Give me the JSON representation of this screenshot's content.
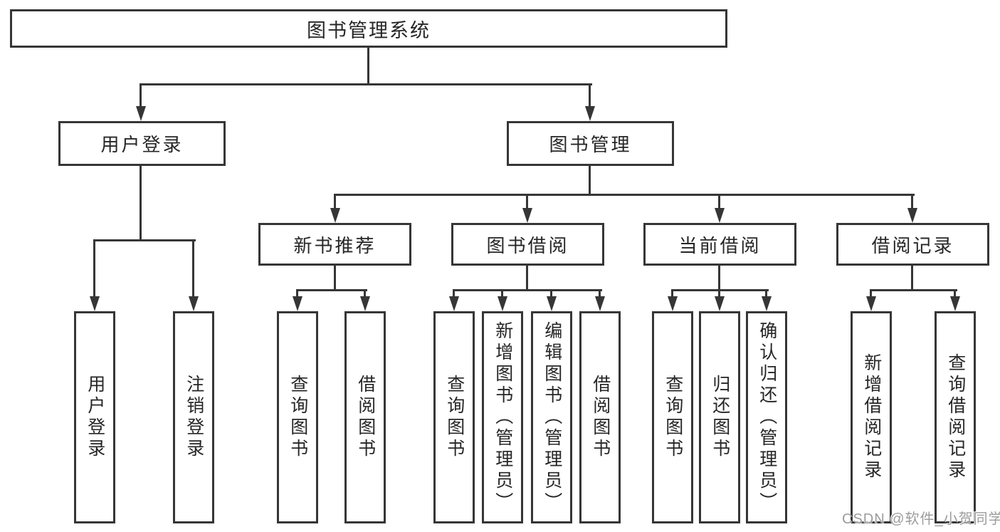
{
  "tree": {
    "root": {
      "label": "图书管理系统",
      "children": [
        {
          "label": "用户登录",
          "children": [
            {
              "label": "用户登录"
            },
            {
              "label": "注销登录"
            }
          ]
        },
        {
          "label": "图书管理",
          "children": [
            {
              "label": "新书推荐",
              "children": [
                {
                  "label": "查询图书"
                },
                {
                  "label": "借阅图书"
                }
              ]
            },
            {
              "label": "图书借阅",
              "children": [
                {
                  "label": "查询图书"
                },
                {
                  "label": "新增图书（管理员）"
                },
                {
                  "label": "编辑图书（管理员）"
                },
                {
                  "label": "借阅图书"
                }
              ]
            },
            {
              "label": "当前借阅",
              "children": [
                {
                  "label": "查询图书"
                },
                {
                  "label": "归还图书"
                },
                {
                  "label": "确认归还（管理员）"
                }
              ]
            },
            {
              "label": "借阅记录",
              "children": [
                {
                  "label": "新增借阅记录"
                },
                {
                  "label": "查询借阅记录"
                }
              ]
            }
          ]
        }
      ]
    }
  },
  "watermark": {
    "text": "CSDN @软件_小贺同学"
  },
  "colors": {
    "line": "#363636",
    "text": "#262626",
    "background": "#ffffff",
    "watermark_text": "#9c9c9c"
  }
}
